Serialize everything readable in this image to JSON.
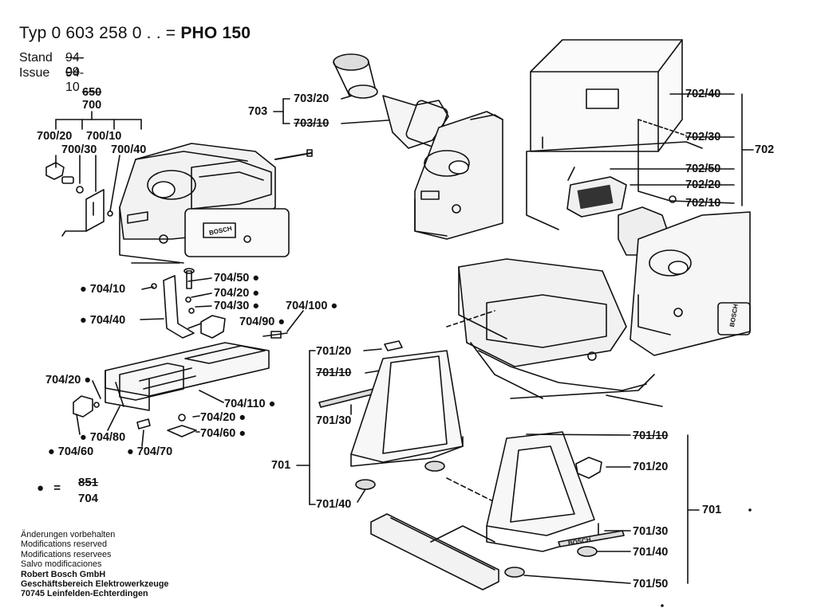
{
  "header": {
    "typ_label": "Typ",
    "typ_number": "0 603 258 0 . . =",
    "model": "PHO 150",
    "stand_label": "Stand",
    "stand_value": "94-09",
    "issue_label": "Issue",
    "issue_value": "94-10"
  },
  "groups": {
    "g650": "650",
    "g700": "700",
    "g703": "703",
    "g702": "702",
    "g701_left": "701",
    "g701_right": "701"
  },
  "labels": {
    "l700_20": "700/20",
    "l700_10": "700/10",
    "l700_30": "700/30",
    "l700_40": "700/40",
    "l703_20": "703/20",
    "l703_10": "703/10",
    "l702_40": "702/40",
    "l702_30": "702/30",
    "l702_50": "702/50",
    "l702_20": "702/20",
    "l702_10": "702/10",
    "l704_10": "704/10",
    "l704_50": "704/50",
    "l704_20a": "704/20",
    "l704_30": "704/30",
    "l704_100": "704/100",
    "l704_40": "704/40",
    "l704_90": "704/90",
    "l704_20b": "704/20",
    "l704_110": "704/110",
    "l704_20c": "704/20",
    "l704_60a": "704/60",
    "l704_80": "704/80",
    "l704_60b": "704/60",
    "l704_70": "704/70",
    "l701_20a": "701/20",
    "l701_10a": "701/10",
    "l701_30a": "701/30",
    "l701_40a": "701/40",
    "l701_10b": "701/10",
    "l701_20b": "701/20",
    "l701_30b": "701/30",
    "l701_40b": "701/40",
    "l701_50b": "701/50"
  },
  "legend": {
    "bullet": "●",
    "equals": "=",
    "old": "851",
    "new": "704"
  },
  "brand": {
    "b1": "BOSCH",
    "b2": "BOSCH",
    "b3": "BOSCH"
  },
  "footer": {
    "line1": "Änderungen vorbehalten",
    "line2": "Modifications reserved",
    "line3": "Modifications reservees",
    "line4": "Salvo modificaciones",
    "line5": "Robert Bosch GmbH",
    "line6": "Geschäftsbereich Elektrowerkzeuge",
    "line7": "70745 Leinfelden-Echterdingen"
  }
}
